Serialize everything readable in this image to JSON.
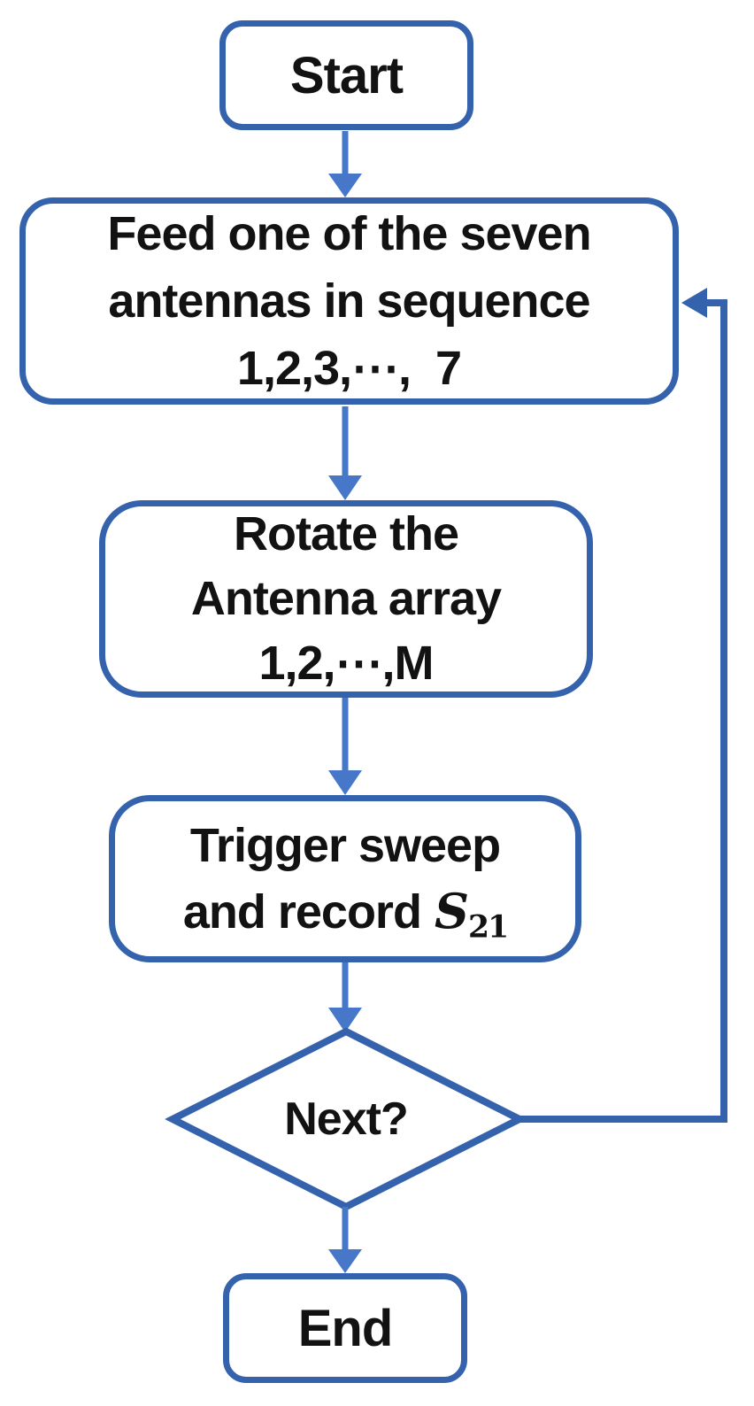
{
  "colors": {
    "border-color": "#3462AC",
    "arrow-color": "#4677C8",
    "text-color": "#121212",
    "bg": "#FFFFFF"
  },
  "nodes": {
    "start": {
      "label": "Start"
    },
    "feed": {
      "lines": [
        "Feed one of the seven",
        "antennas in sequence",
        "1,2,3,⋯,  7"
      ]
    },
    "rotate": {
      "lines": [
        "Rotate the",
        "Antenna array",
        "1,2,⋯,M"
      ]
    },
    "trigger": {
      "line1": "Trigger sweep",
      "line2_prefix": "and record",
      "math_symbol": "S",
      "math_subscript": "21"
    },
    "decision": {
      "label": "Next?"
    },
    "end": {
      "label": "End"
    }
  }
}
